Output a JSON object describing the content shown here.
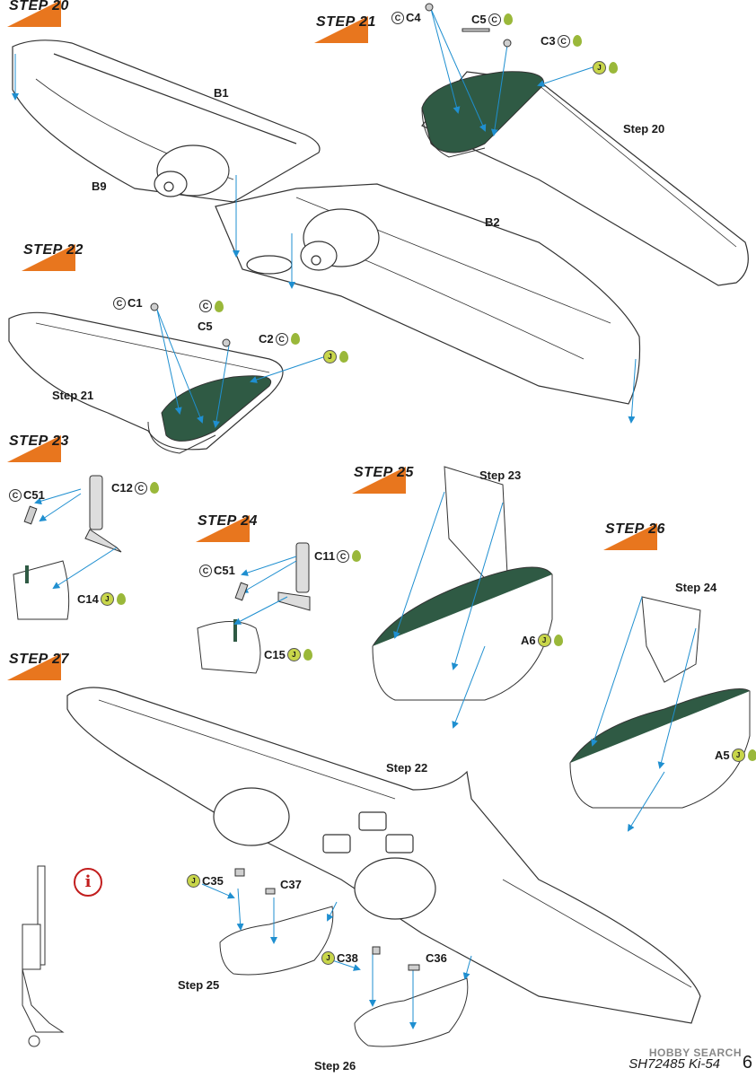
{
  "steps": {
    "s20": "STEP 20",
    "s21": "STEP 21",
    "s22": "STEP 22",
    "s23": "STEP 23",
    "s24": "STEP 24",
    "s25": "STEP 25",
    "s26": "STEP 26",
    "s27": "STEP 27"
  },
  "part_labels": {
    "b1": "B1",
    "b9": "B9",
    "b2": "B2",
    "c1": "C1",
    "c2": "C2",
    "c3": "C3",
    "c4": "C4",
    "c5a": "C5",
    "c5b": "C5",
    "c11": "C11",
    "c12": "C12",
    "c14": "C14",
    "c15": "C15",
    "c35": "C35",
    "c36": "C36",
    "c37": "C37",
    "c38": "C38",
    "c51a": "C51",
    "c51b": "C51",
    "a5": "A5",
    "a6": "A6"
  },
  "step_refs": {
    "r20": "Step 20",
    "r21": "Step 21",
    "r22": "Step 22",
    "r23": "Step 23",
    "r24": "Step 24",
    "r25": "Step 25",
    "r26": "Step 26"
  },
  "paint_codes": {
    "c": "C",
    "j": "J"
  },
  "info_symbol": "i",
  "footer": "SH72485 Ki-54",
  "page_number": "6",
  "watermark": "HOBBY SEARCH",
  "colors": {
    "interior_green": "#2f5a44",
    "banner_orange": "#e8761e",
    "leader_blue": "#1f8fd0",
    "paint_drop": "#9ab83a"
  }
}
